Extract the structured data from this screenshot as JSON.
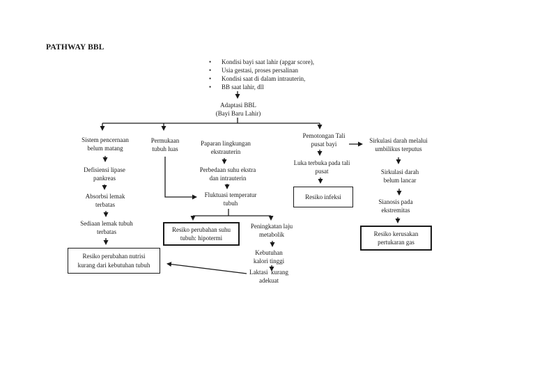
{
  "title": "PATHWAY BBL",
  "bullet_char": "•",
  "bullets": [
    "Kondisi bayi saat lahir (apgar score),",
    "Usia gestasi, proses persalinan",
    "Kondisi saat di dalam intrauterin,",
    "BB saat lahir, dll"
  ],
  "nodes": {
    "adaptasi": "Adaptasi BBL\n(Bayi Baru Lahir)",
    "sistem_pencernaan": "Sistem pencernaan\nbelum matang",
    "defisiensi_lipase": "Defisiensi lipase\npankreas",
    "absorbsi_lemak": "Absorbsi lemak\nterbatas",
    "sediaan_lemak": "Sediaan lemak tubuh\nterbatas",
    "permukaan_tubuh": "Permukaan\ntubuh luas",
    "paparan_lingkungan": "Paparan lingkungan\nekstrauterin",
    "perbedaan_suhu": "Perbedaan suhu ekstra\ndan intrauterin",
    "fluktuasi_temperatur": "Fluktuasi temperatur\ntubuh",
    "peningkatan_laju": "Peningkatan laju\nmetabolik",
    "kebutuhan_kalori": "Kebutuhan\nkalori tinggi",
    "laktasi_kurang": "Laktasi  kurang\nadekuat",
    "pemotongan_tali": "Pemotongan Tali\npusat bayi",
    "luka_terbuka": "Luka terbuka pada tali\npusat",
    "sirkulasi_umbilikus": "Sirkulasi darah melalui\numbilikus terputus",
    "sirkulasi_belum_lancar": "Sirkulasi darah\nbelum lancar",
    "sianosis": "Sianosis pada\nekstremitas"
  },
  "boxes": {
    "resiko_nutrisi": "Resiko perubahan nutrisi\nkurang dari kebutuhan tubuh",
    "resiko_suhu": "Resiko perubahan suhu\ntubuh: hipotermi",
    "resiko_infeksi": "Resiko infeksi",
    "resiko_gas": "Resiko kerusakan\npertukaran gas"
  },
  "colors": {
    "ink": "#1a1a1a",
    "background": "#ffffff"
  }
}
